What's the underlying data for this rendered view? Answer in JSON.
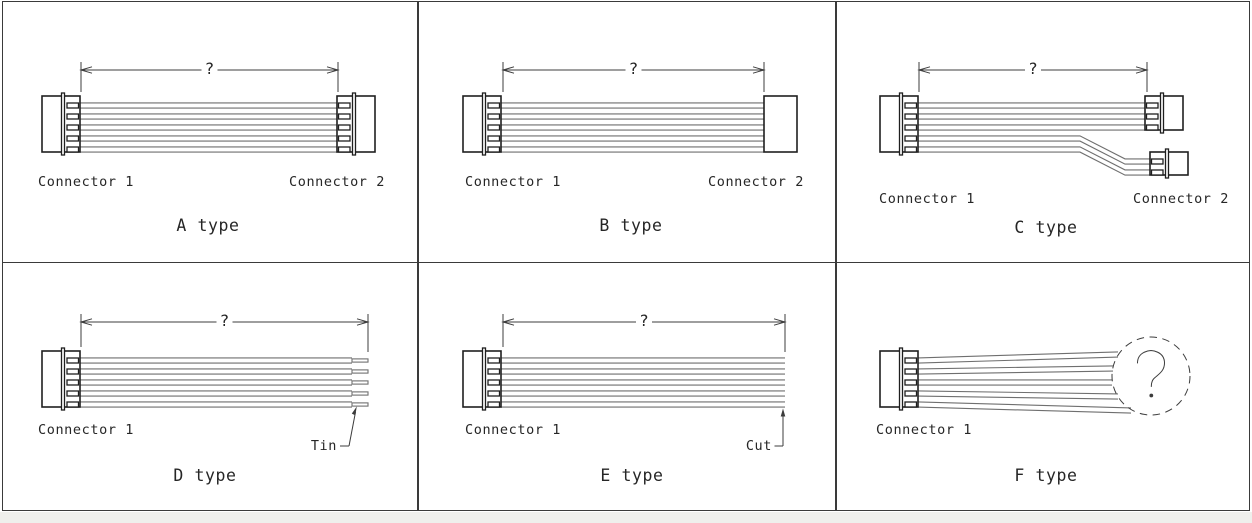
{
  "drawing": {
    "background": "#ffffff",
    "frame_color": "#3a3a3a",
    "connector_outline_color": "#1f1f1f",
    "wire_color": "#6f6f6f",
    "text_color": "#262626"
  },
  "panels": [
    {
      "key": "A",
      "title": "A type",
      "connector1": "Connector 1",
      "connector2": "Connector 2",
      "dim_label": "?"
    },
    {
      "key": "B",
      "title": "B type",
      "connector1": "Connector 1",
      "connector2": "Connector 2",
      "dim_label": "?"
    },
    {
      "key": "C",
      "title": "C type",
      "connector1": "Connector 1",
      "connector2": "Connector 2",
      "dim_label": "?"
    },
    {
      "key": "D",
      "title": "D type",
      "connector1": "Connector 1",
      "dim_label": "?",
      "annotation": "Tin"
    },
    {
      "key": "E",
      "title": "E type",
      "connector1": "Connector 1",
      "dim_label": "?",
      "annotation": "Cut"
    },
    {
      "key": "F",
      "title": "F type",
      "connector1": "Connector 1",
      "unknown_label": "?"
    }
  ]
}
